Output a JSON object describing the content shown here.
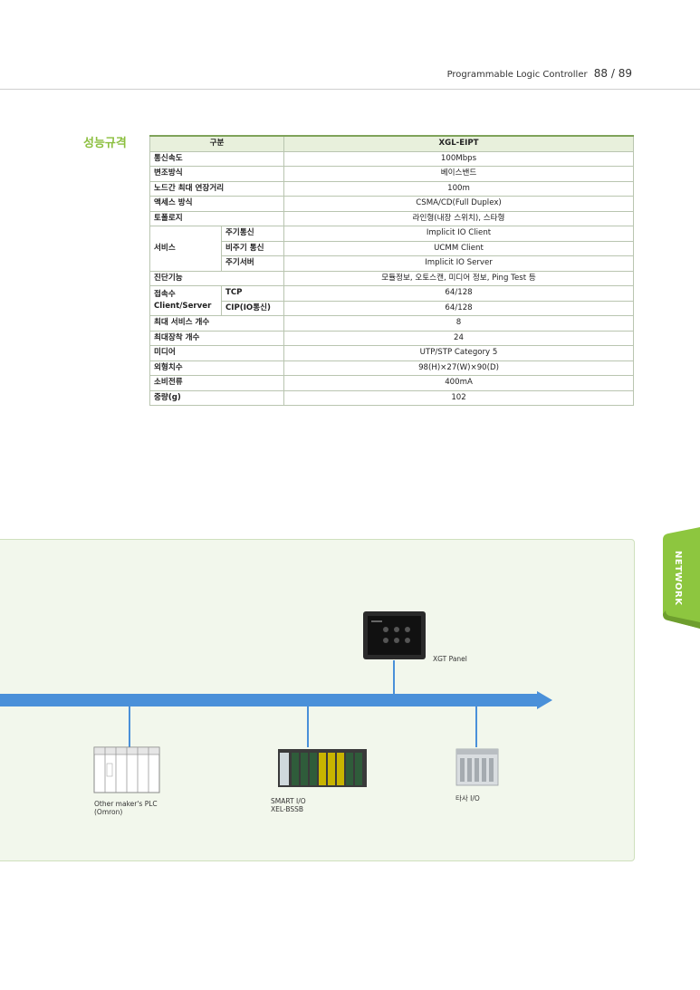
{
  "header": {
    "title": "Programmable Logic Controller",
    "page": "88 / 89"
  },
  "section_title": "성능규격",
  "spec_table": {
    "col_header": "구분",
    "product": "XGL-EIPT",
    "rows": {
      "speed": {
        "label": "통신속도",
        "value": "100Mbps"
      },
      "modulation": {
        "label": "변조방식",
        "value": "베이스밴드"
      },
      "distance": {
        "label": "노드간 최대 연장거리",
        "value": "100m"
      },
      "access": {
        "label": "액세스 방식",
        "value": "CSMA/CD(Full Duplex)"
      },
      "topology": {
        "label": "토폴로지",
        "value": "라인형(내장 스위치), 스타형"
      },
      "service": {
        "label": "서비스",
        "subs": [
          {
            "label": "주기통신",
            "value": "Implicit IO Client"
          },
          {
            "label": "비주기 통신",
            "value": "UCMM Client"
          },
          {
            "label": "주기서버",
            "value": "Implicit IO Server"
          }
        ]
      },
      "diagnosis": {
        "label": "진단기능",
        "value": "모듈정보, 오토스캔, 미디어 정보, Ping Test 등"
      },
      "connections": {
        "label_line1": "접속수",
        "label_line2": "Client/Server",
        "subs": [
          {
            "label": "TCP",
            "value": "64/128"
          },
          {
            "label": "CIP(IO통신)",
            "value": "64/128"
          }
        ]
      },
      "max_services": {
        "label": "최대 서비스 개수",
        "value": "8"
      },
      "max_mount": {
        "label": "최대장착 개수",
        "value": "24"
      },
      "media": {
        "label": "미디어",
        "value": "UTP/STP Category 5"
      },
      "dimensions": {
        "label": "외형치수",
        "value": "98(H)×27(W)×90(D)"
      },
      "current": {
        "label": "소비전류",
        "value": "400mA"
      },
      "weight": {
        "label": "중량(g)",
        "value": "102"
      }
    }
  },
  "side_tab": {
    "label": "NETWORK",
    "color": "#8dc63f"
  },
  "diagram": {
    "bus_color": "#4a90d9",
    "devices": {
      "xgt_panel": "XGT Panel",
      "other_plc": "Other maker's PLC\n(Omron)",
      "smart_io": "SMART I/O\nXEL-BSSB",
      "third_party_io": "타사 I/O"
    }
  }
}
